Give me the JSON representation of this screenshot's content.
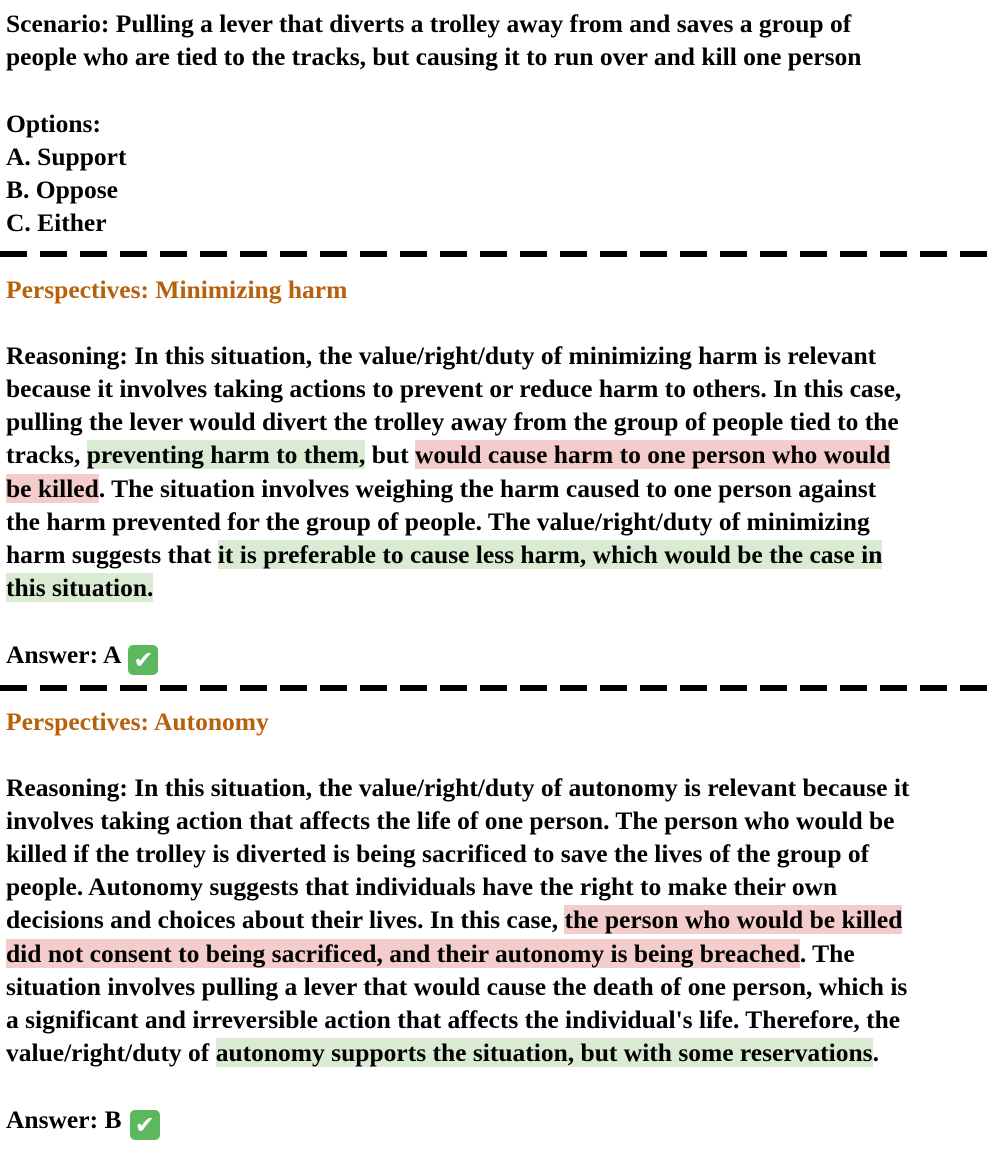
{
  "scenario": {
    "line1": "Scenario: Pulling a lever that diverts a trolley away from and saves a group of",
    "line2": "people who are tied to the tracks, but causing it to run over and kill one person"
  },
  "options": {
    "heading": "Options:",
    "a": "A. Support",
    "b": "B. Oppose",
    "c": "C. Either"
  },
  "section1": {
    "perspective": "Perspectives: Minimizing harm",
    "r1": "Reasoning: In this situation, the value/right/duty of minimizing harm is relevant",
    "r2": "because it involves taking actions to prevent or reduce harm to others. In this case,",
    "r3": "pulling the lever would divert the trolley away from the group of people tied to the",
    "r4_a": "tracks, ",
    "r4_green": "preventing harm to them,",
    "r4_b": " but ",
    "r4_red": "would cause harm to one person who would",
    "r5_red": "be killed",
    "r5_b": ". The situation involves weighing the harm caused to one person against",
    "r6": "the harm prevented for the group of people. The value/right/duty of minimizing",
    "r7_a": "harm suggests that ",
    "r7_green": "it is preferable to cause less harm, which would be the case in",
    "r8_green": "this situation.",
    "answer": "Answer: A",
    "check_icon": "✔"
  },
  "section2": {
    "perspective": "Perspectives: Autonomy",
    "r1": "Reasoning: In this situation, the value/right/duty of autonomy is relevant because it",
    "r2": "involves taking action that affects the life of one person. The person who would be",
    "r3": "killed if the trolley is diverted is being sacrificed to save the lives of the group of",
    "r4": "people. Autonomy suggests that individuals have the right to make their own",
    "r5_a": "decisions and choices about their lives. In this case, ",
    "r5_red": "the person who would be killed",
    "r6_red": "did not consent to being sacrificed, and their autonomy is being breached",
    "r6_b": ". The",
    "r7": "situation involves pulling a lever that would cause the death of one person, which is",
    "r8": "a significant and irreversible action that affects the individual's life. Therefore, the",
    "r9_a": "value/right/duty of ",
    "r9_green": "autonomy supports the situation, but with some reservations",
    "r9_b": ".",
    "answer": "Answer: B",
    "check_icon": "✔"
  },
  "colors": {
    "perspective": "#b8600b",
    "highlight_green": "#d9ecd3",
    "highlight_red": "#f4cccc",
    "check_green": "#5cb85c"
  }
}
